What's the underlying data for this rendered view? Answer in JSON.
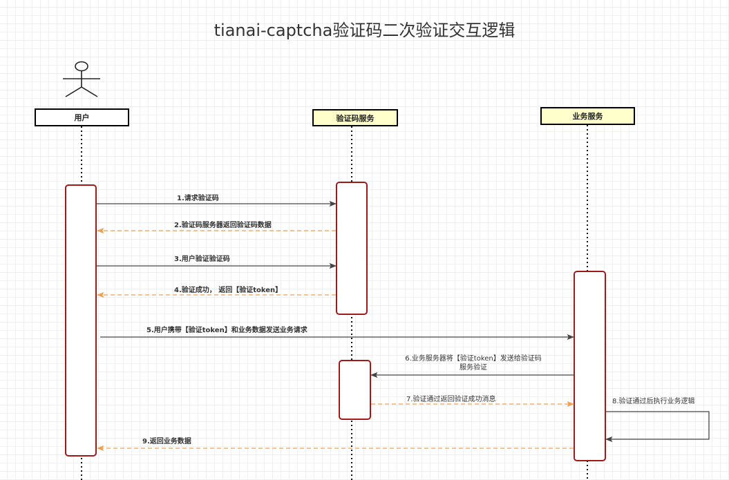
{
  "title": "tianai-captcha验证码二次验证交互逻辑",
  "colors": {
    "activation_border": "#a01818",
    "sync_arrow": "#444444",
    "return_arrow": "#f0a050",
    "header_fill_service": "#ffffcc",
    "header_fill_user": "#ffffff"
  },
  "participants": [
    {
      "id": "user",
      "label": "用户",
      "icon": "actor-stick-figure-icon"
    },
    {
      "id": "captcha",
      "label": "验证码服务"
    },
    {
      "id": "biz",
      "label": "业务服务"
    }
  ],
  "messages": [
    {
      "n": 1,
      "label": "1.请求验证码",
      "from": "user",
      "to": "captcha",
      "type": "sync"
    },
    {
      "n": 2,
      "label": "2.验证码服务器返回验证码数据",
      "from": "captcha",
      "to": "user",
      "type": "return"
    },
    {
      "n": 3,
      "label": "3.用户验证验证码",
      "from": "user",
      "to": "captcha",
      "type": "sync"
    },
    {
      "n": 4,
      "label": "4.验证成功， 返回【验证token】",
      "from": "captcha",
      "to": "user",
      "type": "return"
    },
    {
      "n": 5,
      "label": "5.用户携带【验证token】和业务数据发送业务请求",
      "from": "user",
      "to": "biz",
      "type": "sync"
    },
    {
      "n": 6,
      "label": "6.业务服务器将【验证token】发送给验证码服务验证",
      "from": "biz",
      "to": "captcha",
      "type": "sync"
    },
    {
      "n": 7,
      "label": "7.验证通过返回验证成功消息",
      "from": "captcha",
      "to": "biz",
      "type": "return"
    },
    {
      "n": 8,
      "label": "8.验证通过后执行业务逻辑",
      "from": "biz",
      "to": "biz",
      "type": "self"
    },
    {
      "n": 9,
      "label": "9.返回业务数据",
      "from": "biz",
      "to": "user",
      "type": "return"
    }
  ]
}
